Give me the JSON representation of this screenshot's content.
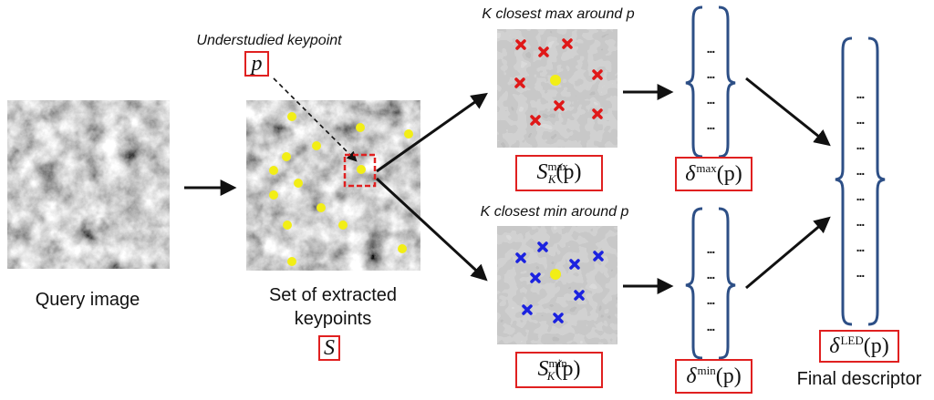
{
  "labels": {
    "query_image": "Query image",
    "extracted_line1": "Set of extracted",
    "extracted_line2": "keypoints",
    "set_symbol": "S",
    "understudied": "Understudied keypoint",
    "p_symbol": "p",
    "k_max_title": "K closest max around p",
    "k_min_title": "K closest min  around p",
    "final_descriptor": "Final descriptor"
  },
  "formulas": {
    "s_max": {
      "base": "S",
      "sub": "K",
      "sup": "max",
      "arg": "(p)"
    },
    "s_min": {
      "base": "S",
      "sub": "K",
      "sup": "min",
      "arg": "(p)"
    },
    "delta_max": {
      "base": "δ",
      "sup": "max",
      "arg": "(p)"
    },
    "delta_min": {
      "base": "δ",
      "sup": "min",
      "arg": "(p)"
    },
    "delta_led": {
      "base": "δ",
      "sup": "LED",
      "arg": "(p)"
    }
  },
  "vector_entry": "...",
  "colors": {
    "arrow": "#111111",
    "keypoint": "#f2ee16",
    "max_marker": "#e01818",
    "min_marker": "#1b22e0",
    "bracket": "#2d4f86",
    "box_border": "#e02020",
    "dashed_box": "#e02020"
  }
}
